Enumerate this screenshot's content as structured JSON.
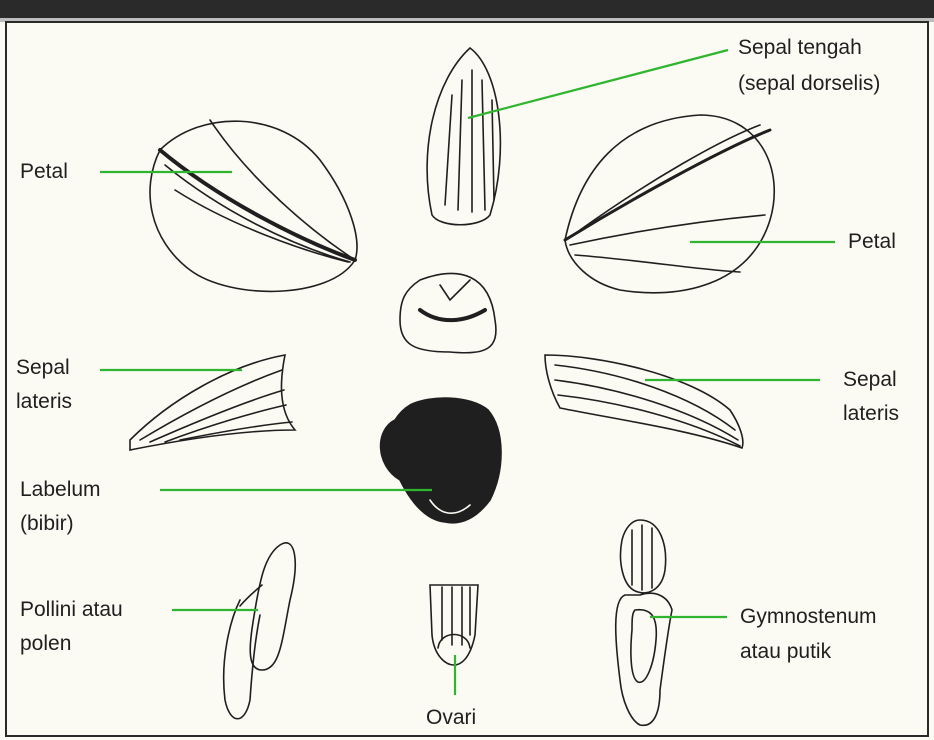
{
  "labels": {
    "sepal_tengah_1": "Sepal tengah",
    "sepal_tengah_2": "(sepal dorselis)",
    "petal_left": "Petal",
    "petal_right": "Petal",
    "sepal_lateris_left_1": "Sepal",
    "sepal_lateris_left_2": "lateris",
    "sepal_lateris_right_1": "Sepal",
    "sepal_lateris_right_2": "lateris",
    "labelum_1": "Labelum",
    "labelum_2": "(bibir)",
    "pollini_1": "Pollini atau",
    "pollini_2": "polen",
    "ovari": "Ovari",
    "gymno_1": "Gymnostenum",
    "gymno_2": "atau putik"
  },
  "colors": {
    "leader_line": "#2fb52f",
    "ink": "#1f1f1f",
    "background": "#fbfaf3"
  }
}
